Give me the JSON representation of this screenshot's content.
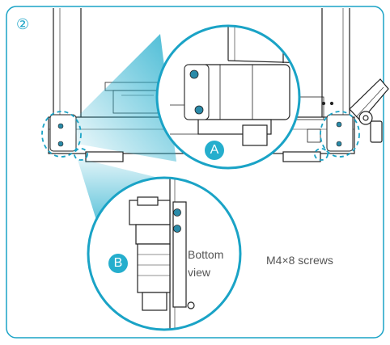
{
  "step_marker": "②",
  "callout_a_label": "A",
  "callout_b_label": "B",
  "bottom_view_label_line1": "Bottom",
  "bottom_view_label_line2": "view",
  "screw_label": "M4×8 screws",
  "colors": {
    "frame": "#1aa3c6",
    "accent": "#25aecd",
    "line": "#222222",
    "screw": "#2a8aa8"
  }
}
